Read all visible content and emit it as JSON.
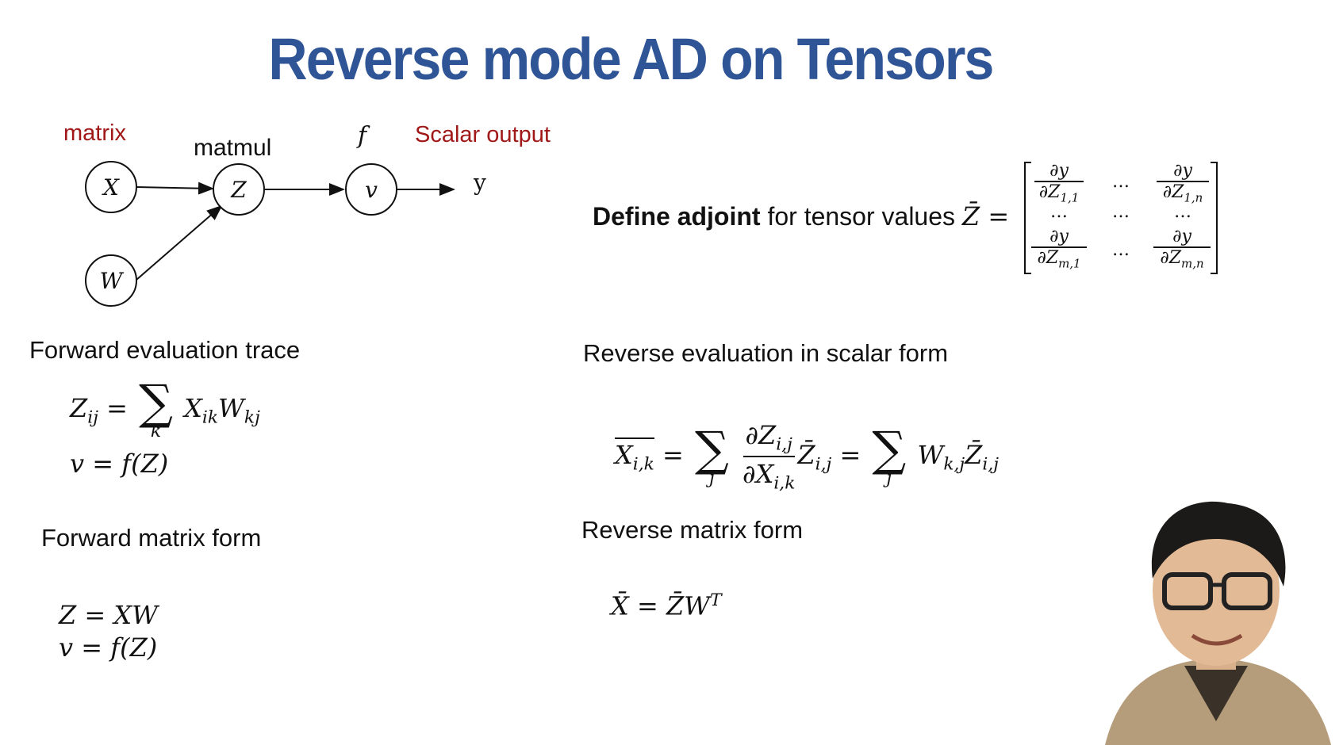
{
  "slide": {
    "title": "Reverse mode AD on Tensors",
    "title_color": "#2f5597",
    "accent_red": "#a01818"
  },
  "graph": {
    "label_matrix": "matrix",
    "label_matmul": "matmul",
    "label_f": "f",
    "label_scalar_output": "Scalar output",
    "node_x": "X",
    "node_w": "W",
    "node_z": "Z",
    "node_v": "v",
    "output": "y"
  },
  "left": {
    "forward_trace_heading": "Forward evaluation trace",
    "trace_eq1_lhs": "Z",
    "trace_eq1_lhs_sub": "ij",
    "trace_eq1_sum_index": "k",
    "trace_eq1_rhs_a": "X",
    "trace_eq1_rhs_a_sub": "ik",
    "trace_eq1_rhs_b": "W",
    "trace_eq1_rhs_b_sub": "kj",
    "trace_eq2": "v = f(Z)",
    "forward_matrix_heading": "Forward matrix form",
    "matrix_eq1": "Z = XW",
    "matrix_eq2": "v = f(Z)"
  },
  "right": {
    "define_bold": "Define adjoint",
    "define_rest": "for tensor values",
    "define_symbol": "Z̄ =",
    "matrix_num": "∂y",
    "matrix_den_11": "∂Z",
    "matrix_den_11_sub": "1,1",
    "matrix_den_1n": "∂Z",
    "matrix_den_1n_sub": "1,n",
    "matrix_den_m1": "∂Z",
    "matrix_den_m1_sub": "m,1",
    "matrix_den_mn": "∂Z",
    "matrix_den_mn_sub": "m,n",
    "ellipsis": "…",
    "reverse_scalar_heading": "Reverse evaluation in scalar form",
    "rev_lhs": "X",
    "rev_lhs_sub": "i,k",
    "rev_sum_index": "j",
    "rev_frac_num": "∂Z",
    "rev_frac_num_sub": "i,j",
    "rev_frac_den": "∂X",
    "rev_frac_den_sub": "i,k",
    "rev_zbar": "Z̄",
    "rev_zbar_sub": "i,j",
    "rev_w": "W",
    "rev_w_sub": "k,j",
    "reverse_matrix_heading": "Reverse matrix form",
    "rev_matrix_lhs": "X̄ = Z̄W",
    "rev_matrix_sup": "T"
  }
}
